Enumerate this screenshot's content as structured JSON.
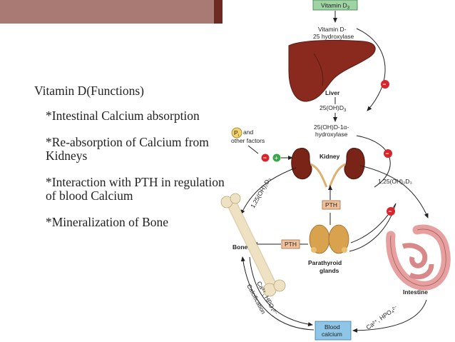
{
  "slide": {
    "heading": "Vitamin D(Functions)",
    "items": [
      "*Intestinal Calcium absorption",
      "*Re-absorption of Calcium from Kidneys",
      "*Interaction with PTH in regulation of blood Calcium",
      "*Mineralization of Bone"
    ]
  },
  "diagram": {
    "vitamin_d3": "Vitamin D",
    "vitamin_d3_sub": "3",
    "enzyme1_line1": "Vitamin D-",
    "enzyme1_line2": "25 hydroxylase",
    "liver": "Liver",
    "metabolite1": "25(OH)D",
    "metabolite1_sub": "3",
    "enzyme2_line1": "25(OH)D-1α-",
    "enzyme2_line2": "hydroxylase",
    "pi_symbol": "P",
    "pi_sub": "i",
    "pi_text1": "and",
    "pi_text2": "other factors",
    "kidney": "Kidney",
    "calcitriol_left": "1,25(OH)₂D₃",
    "calcitriol_right": "1,25(OH)₂D₃",
    "pth_center": "PTH",
    "pth_left": "PTH",
    "bone": "Bone",
    "parathyroid_line1": "Parathyroid",
    "parathyroid_line2": "glands",
    "intestine": "Intestine",
    "blood_line1": "Blood",
    "blood_line2": "calcium",
    "ca_hpo4_left": "Ca²⁺, HPO₄²⁻",
    "calcification": "Calcification",
    "ca_hpo4_right": "Ca²⁺, HPO₄²⁻",
    "minus": "−",
    "plus": "+"
  },
  "colors": {
    "accent_bar": "#a97a73",
    "accent_dark": "#6b2b22",
    "vitd_box": "#9fd3a4",
    "pth_box": "#f2c19c",
    "blood_box": "#8fc5e6",
    "inhibit": "#d7262b",
    "stimulate": "#3aa64a",
    "liver": "#8a2a1f",
    "kidney": "#7a2418",
    "gland": "#d9a24f",
    "bone": "#efe2c3",
    "intestine": "#e6a0a0"
  }
}
